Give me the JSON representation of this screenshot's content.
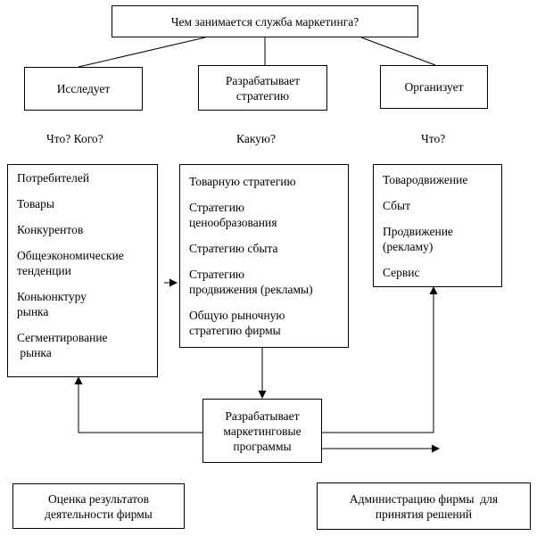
{
  "title": "Чем занимается служба маркетинга?",
  "columns": [
    {
      "header": "Исследует",
      "question": "Что? Кого?",
      "items": [
        [
          "Потребителей"
        ],
        [
          "Товары"
        ],
        [
          "Конкурентов"
        ],
        [
          "Общеэкономические",
          "тенденции"
        ],
        [
          "Коньюнктуру",
          "рынка"
        ],
        [
          "Сегментирование",
          " рынка"
        ]
      ]
    },
    {
      "header": [
        "Разрабатывает",
        "стратегию"
      ],
      "question": "Какую?",
      "items": [
        [
          "Товарную стратегию"
        ],
        [
          "Стратегию",
          "ценообразования"
        ],
        [
          "Стратегию сбыта"
        ],
        [
          "Стратегию",
          "продвижения (рекламы)"
        ],
        [
          "Общую рыночную",
          "стратегию фирмы"
        ]
      ]
    },
    {
      "header": "Организует",
      "question": "Что?",
      "items": [
        [
          "Товародвижение"
        ],
        [
          "Сбыт"
        ],
        [
          "Продвижение",
          "(рекламу)"
        ],
        [
          "Сервис"
        ]
      ]
    }
  ],
  "programs": [
    "Разрабатывает",
    "маркетинговые",
    "программы"
  ],
  "evaluation": [
    "Оценка результатов",
    "деятельности фирмы"
  ],
  "administration": [
    "Администрацию фирмы  для",
    "принятия решений"
  ]
}
